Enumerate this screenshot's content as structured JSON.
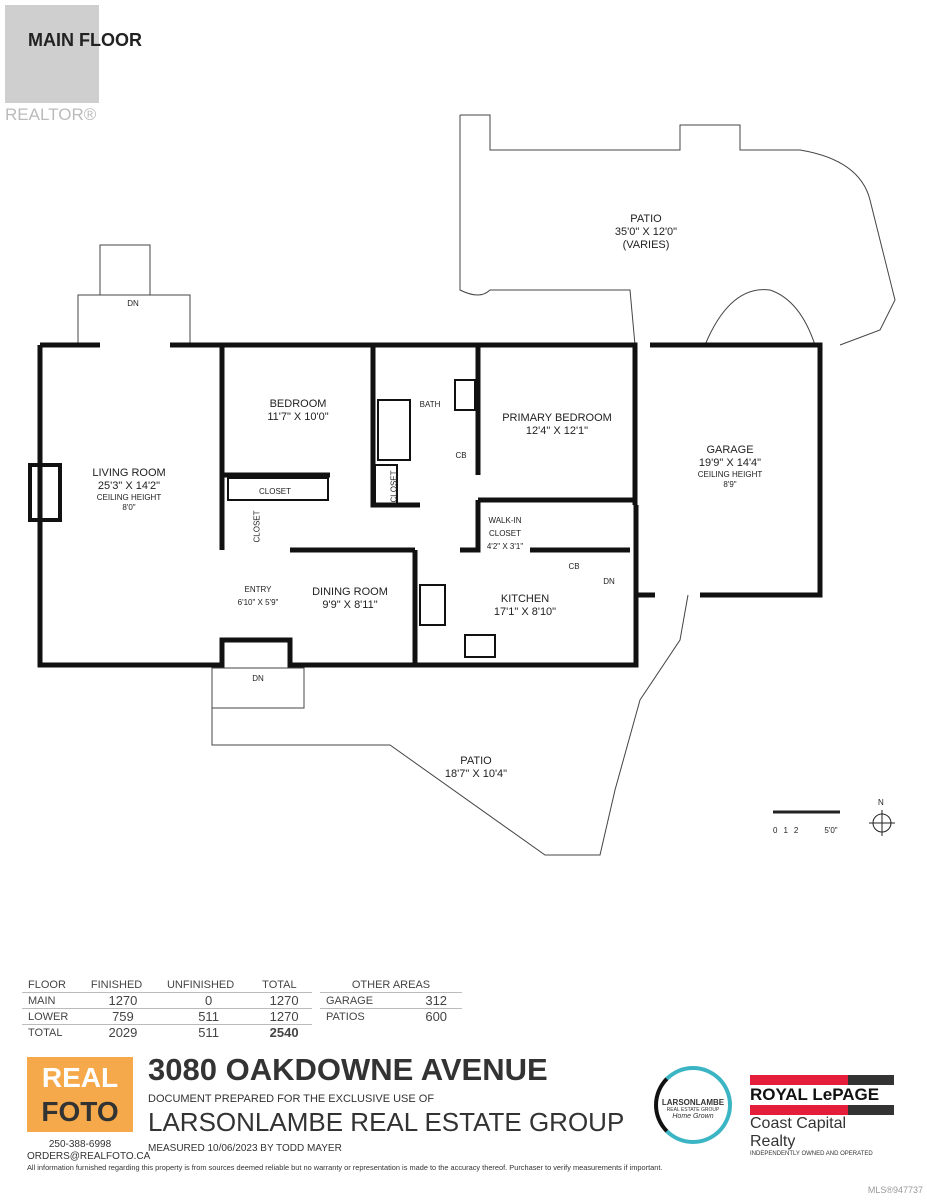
{
  "header": {
    "title": "MAIN FLOOR",
    "watermark": "REALTOR®"
  },
  "rooms": {
    "patio_top": {
      "name": "PATIO",
      "dims": "35'0\" X 12'0\"",
      "note": "(VARIES)"
    },
    "living": {
      "name": "LIVING ROOM",
      "dims": "25'3\" X 14'2\"",
      "ceiling": "CEILING HEIGHT",
      "height": "8'0\""
    },
    "bedroom": {
      "name": "BEDROOM",
      "dims": "11'7\" X 10'0\""
    },
    "bath": {
      "name": "BATH"
    },
    "primary": {
      "name": "PRIMARY BEDROOM",
      "dims": "12'4\" X 12'1\""
    },
    "garage": {
      "name": "GARAGE",
      "dims": "19'9\" X 14'4\"",
      "ceiling": "CEILING HEIGHT",
      "height": "8'9\""
    },
    "closet1": {
      "name": "CLOSET"
    },
    "closet2": {
      "name": "CLOSET"
    },
    "closet3": {
      "name": "CLOSET"
    },
    "walkin": {
      "name": "WALK-IN",
      "name2": "CLOSET",
      "dims": "4'2\" X 3'1\""
    },
    "cb1": {
      "name": "CB"
    },
    "cb2": {
      "name": "CB"
    },
    "entry": {
      "name": "ENTRY",
      "dims": "6'10\" X 5'9\""
    },
    "dining": {
      "name": "DINING ROOM",
      "dims": "9'9\" X 8'11\""
    },
    "kitchen": {
      "name": "KITCHEN",
      "dims": "17'1\" X 8'10\""
    },
    "patio_bottom": {
      "name": "PATIO",
      "dims": "18'7\" X 10'4\""
    },
    "dn1": "DN",
    "dn2": "DN",
    "dn3": "DN"
  },
  "scale": {
    "labels": [
      "0",
      "1",
      "2",
      "5'0\""
    ],
    "north": "N"
  },
  "areas": {
    "headers": [
      "FLOOR",
      "FINISHED",
      "UNFINISHED",
      "TOTAL"
    ],
    "rows": [
      [
        "MAIN",
        "1270",
        "0",
        "1270"
      ],
      [
        "LOWER",
        "759",
        "511",
        "1270"
      ],
      [
        "TOTAL",
        "2029",
        "511",
        "2540"
      ]
    ],
    "other_header": "OTHER AREAS",
    "other": [
      [
        "GARAGE",
        "312"
      ],
      [
        "PATIOS",
        "600"
      ]
    ]
  },
  "footer": {
    "address": "3080 OAKDOWNE AVENUE",
    "prepared": "DOCUMENT PREPARED FOR THE EXCLUSIVE USE OF",
    "client": "LARSONLAMBE REAL ESTATE GROUP",
    "measured": "MEASURED  10/06/2023  BY TODD MAYER",
    "phone": "250-388-6998",
    "email": "ORDERS@REALFOTO.CA",
    "logo_real": "REAL",
    "logo_foto": "FOTO",
    "larson": "LARSONLAMBE",
    "larson_sub": "REAL ESTATE GROUP",
    "larson_script": "Home Grown",
    "royal": "ROYAL LePAGE",
    "coast": "Coast Capital Realty",
    "independent": "INDEPENDENTLY OWNED AND OPERATED",
    "disclaimer": "All information furnished regarding this property is from sources deemed reliable but no warranty or representation is made to the accuracy thereof. Purchaser to verify measurements if important.",
    "mls": "MLS®947737"
  },
  "colors": {
    "wall": "#111111",
    "realfoto": "#f5a94a",
    "royal_red": "#e41e3a",
    "larson_teal": "#3bb5c4"
  }
}
